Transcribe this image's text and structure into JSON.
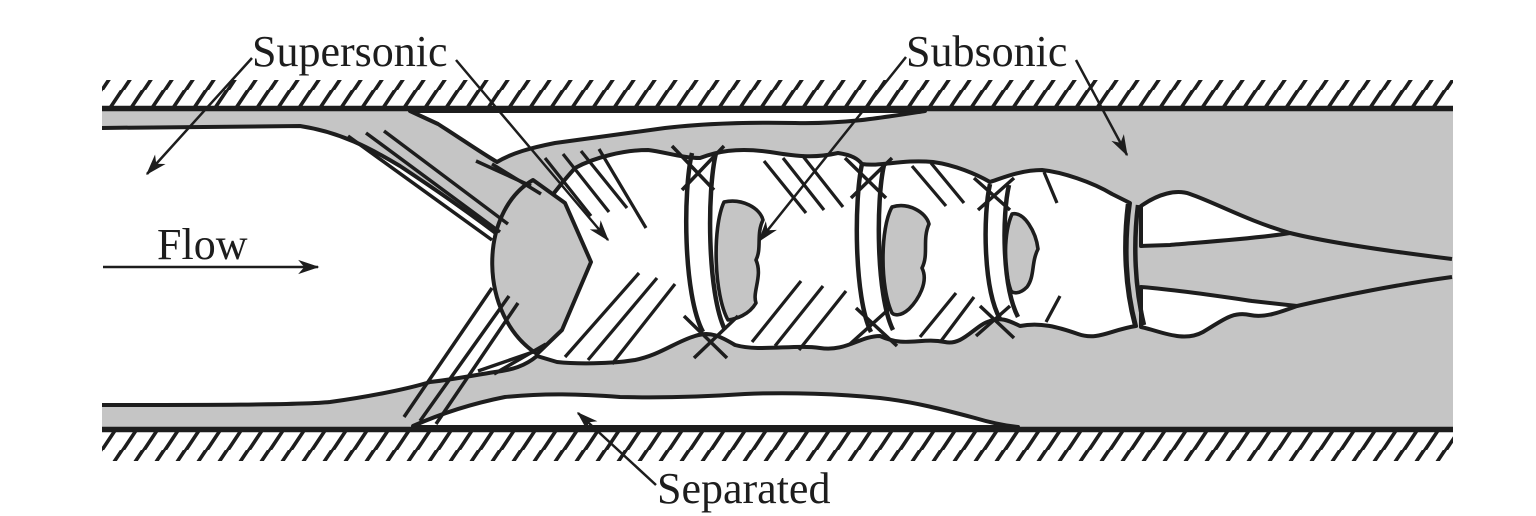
{
  "figure": {
    "type": "shock-train-duct-diagram",
    "labels": {
      "supersonic": "Supersonic",
      "subsonic": "Subsonic",
      "flow": "Flow",
      "separated": "Separated"
    },
    "icons": [
      {
        "name": "flow-direction-arrow",
        "meaning": "flow moves left to right"
      },
      {
        "name": "supersonic-leader-arrows",
        "count": 2
      },
      {
        "name": "subsonic-leader-arrows",
        "count": 2
      },
      {
        "name": "separated-leader-arrow",
        "count": 1
      }
    ],
    "colors": {
      "shaded_region": "#c5c5c5",
      "line": "#1d1d1d",
      "background": "#ffffff"
    }
  }
}
